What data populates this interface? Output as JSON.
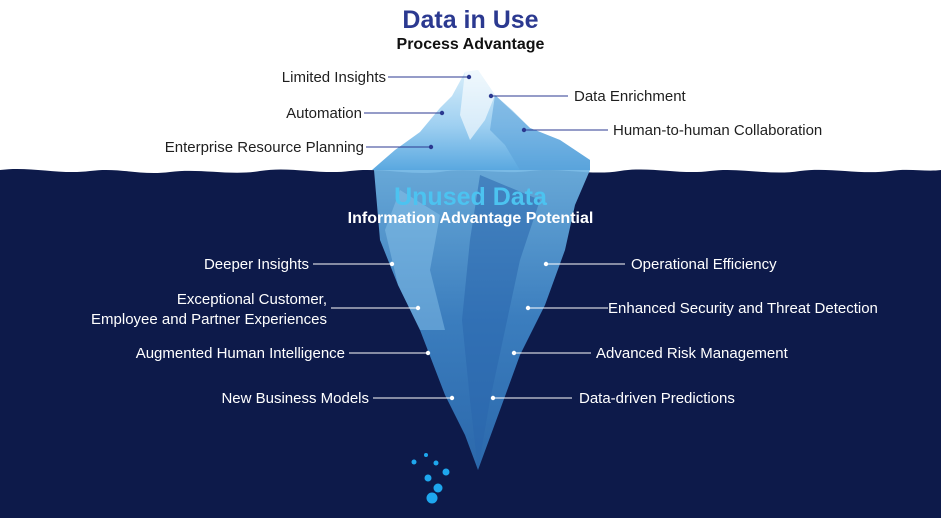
{
  "above_water": {
    "title": "Data in Use",
    "subtitle": "Process Advantage",
    "labels_left": [
      "Limited Insights",
      "Automation",
      "Enterprise Resource Planning"
    ],
    "labels_right": [
      "Data Enrichment",
      "Human-to-human Collaboration"
    ]
  },
  "below_water": {
    "title": "Unused Data",
    "subtitle": "Information Advantage Potential",
    "labels_left": [
      "Deeper Insights",
      "Exceptional Customer,",
      "Employee and Partner Experiences",
      "Augmented Human Intelligence",
      "New Business Models"
    ],
    "labels_right": [
      "Operational Efficiency",
      "Enhanced Security and Threat Detection",
      "Advanced Risk Management",
      "Data-driven Predictions"
    ]
  },
  "colors": {
    "title_top": "#2b3990",
    "title_bottom": "#4cc3f0",
    "ocean": "#0d1a4a",
    "ice_light": "#d8eefa",
    "ice_mid": "#6fb4e3",
    "ice_dark": "#2e6fb4",
    "bubbles": "#1ea7ee"
  }
}
